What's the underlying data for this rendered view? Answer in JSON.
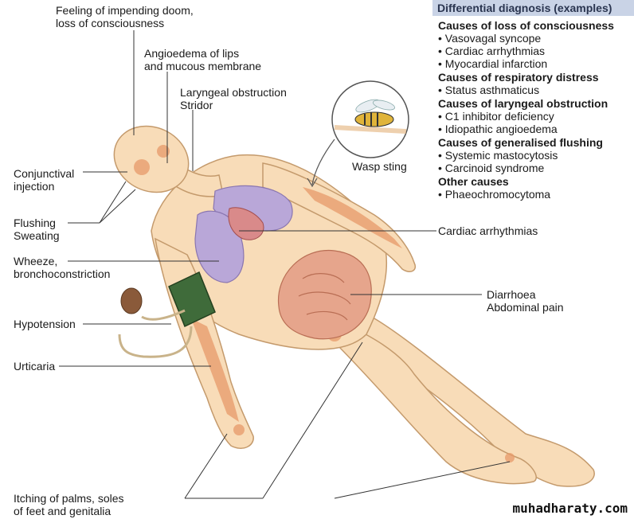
{
  "labels": {
    "doom": "Feeling of impending doom,\nloss of consciousness",
    "angioedema": "Angioedema of lips\nand mucous membrane",
    "laryngeal": "Laryngeal obstruction\nStridor",
    "wasp": "Wasp sting",
    "conjunctival": "Conjunctival\ninjection",
    "flushing": "Flushing\nSweating",
    "wheeze": "Wheeze,\nbronchoconstriction",
    "hypotension": "Hypotension",
    "urticaria": "Urticaria",
    "cardiac": "Cardiac arrhythmias",
    "diarrhoea": "Diarrhoea\nAbdominal pain",
    "itching": "Itching of palms, soles\n   of feet and genitalia"
  },
  "differential": {
    "title": "Differential diagnosis (examples)",
    "groups": [
      {
        "heading": "Causes of loss of consciousness",
        "items": [
          "Vasovagal syncope",
          "Cardiac arrhythmias",
          "Myocardial infarction"
        ]
      },
      {
        "heading": "Causes of respiratory distress",
        "items": [
          "Status asthmaticus"
        ]
      },
      {
        "heading": "Causes of laryngeal obstruction",
        "items": [
          "C1 inhibitor deficiency",
          "Idiopathic angioedema"
        ]
      },
      {
        "heading": "Causes of generalised flushing",
        "items": [
          "Systemic mastocytosis",
          "Carcinoid syndrome"
        ]
      },
      {
        "heading": "Other causes",
        "items": [
          "Phaeochromocytoma"
        ]
      }
    ]
  },
  "watermark": "muhadharaty.com",
  "colors": {
    "skin": "#f8dcb8",
    "skin_edge": "#c49a6c",
    "rash": "#e79a6a",
    "lung": "#b9a7d8",
    "gut": "#e6a58c",
    "cuff": "#3f6b3a",
    "header_bg": "#c9d3e6"
  }
}
